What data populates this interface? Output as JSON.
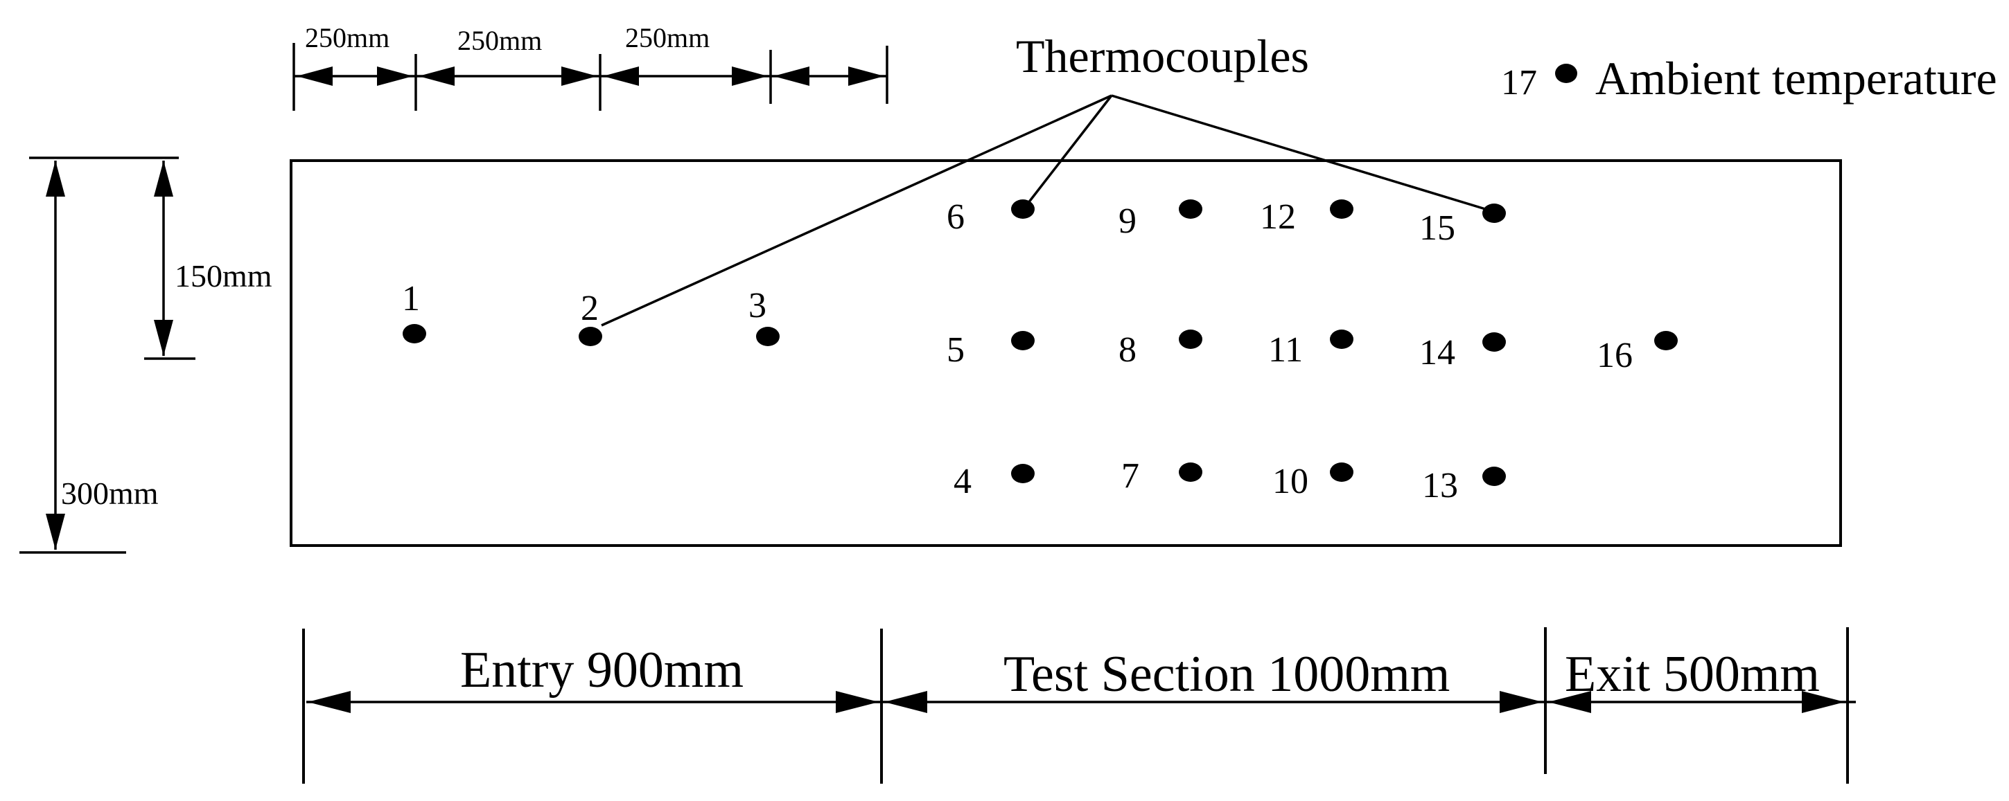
{
  "labels": {
    "thermocouples": "Thermocouples",
    "ambient_number": "17",
    "ambient": "Ambient temperature",
    "spacing_1": "250mm",
    "spacing_2": "250mm",
    "spacing_3": "250mm",
    "height_half": "150mm",
    "height_full": "300mm",
    "entry": "Entry 900mm",
    "test_section": "Test Section 1000mm",
    "exit": "Exit 500mm"
  },
  "thermocouples": [
    "1",
    "2",
    "3",
    "4",
    "5",
    "6",
    "7",
    "8",
    "9",
    "10",
    "11",
    "12",
    "13",
    "14",
    "15",
    "16"
  ]
}
